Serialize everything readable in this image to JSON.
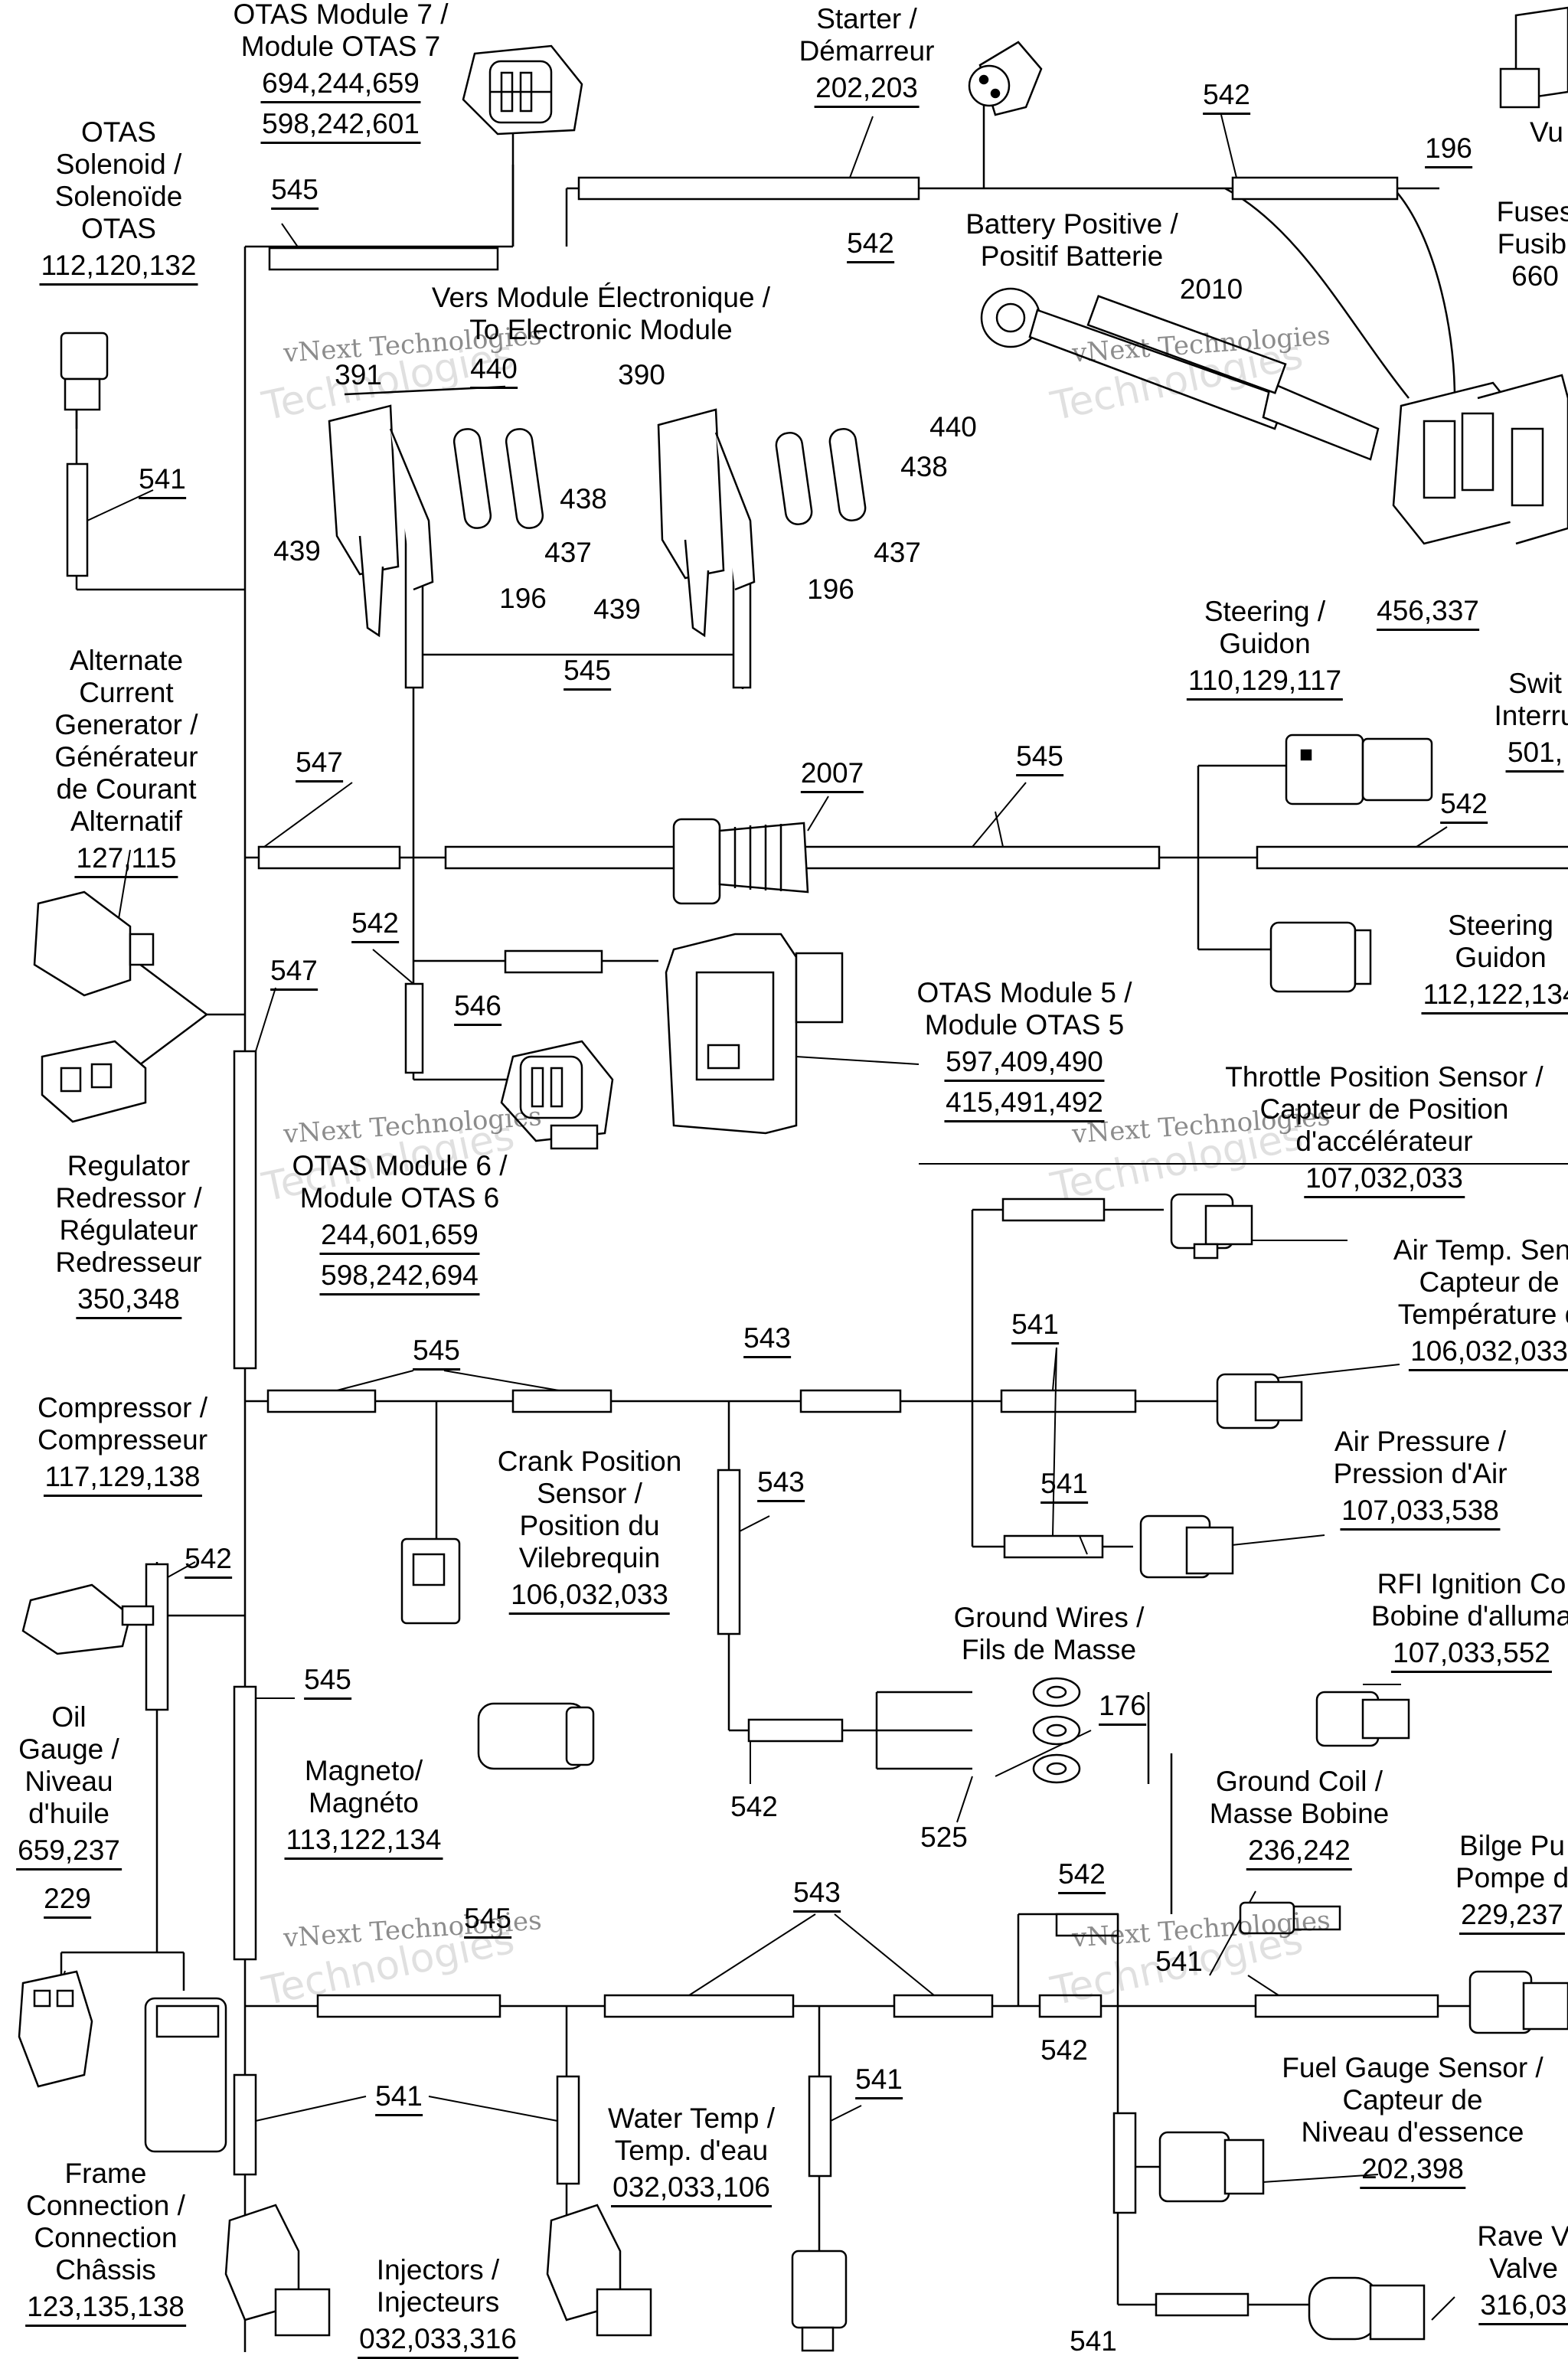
{
  "components": {
    "otas7": {
      "lines": [
        "OTAS Module 7 /",
        "Module OTAS 7"
      ],
      "codes": [
        "694,244,659",
        "598,242,601"
      ]
    },
    "starter": {
      "lines": [
        "Starter /",
        "Démarreur"
      ],
      "codes": [
        "202,203"
      ]
    },
    "otas_solenoid": {
      "lines": [
        "OTAS",
        "Solenoid /",
        "Solenoïde",
        "OTAS"
      ],
      "codes": [
        "112,120,132"
      ]
    },
    "battery": {
      "lines": [
        "Battery Positive /",
        "Positif Batterie"
      ],
      "codes": [
        "2010"
      ]
    },
    "electronic_module": {
      "lines": [
        "Vers Module Électronique /",
        "To Electronic Module"
      ]
    },
    "alternate_generator": {
      "lines": [
        "Alternate",
        "Current",
        "Generator /",
        "Générateur",
        "de Courant",
        "Alternatif"
      ],
      "codes": [
        "127,115"
      ]
    },
    "steering_1": {
      "lines": [
        "Steering /",
        "Guidon"
      ],
      "codes": [
        "110,129,117"
      ]
    },
    "switch": {
      "lines": [
        "Swit",
        "Interru"
      ],
      "codes": [
        "501,"
      ]
    },
    "steering_2": {
      "lines": [
        "Steering",
        "Guidon"
      ],
      "codes": [
        "112,122,134"
      ]
    },
    "otas5": {
      "lines": [
        "OTAS Module 5 /",
        "Module OTAS 5"
      ],
      "codes": [
        "597,409,490",
        "415,491,492"
      ]
    },
    "throttle": {
      "lines": [
        "Throttle Position Sensor /",
        "Capteur de Position",
        "d'accélérateur"
      ],
      "codes": [
        "107,032,033"
      ]
    },
    "regulator": {
      "lines": [
        "Regulator",
        "Redressor /",
        "Régulateur",
        "Redresseur"
      ],
      "codes": [
        "350,348"
      ]
    },
    "otas6": {
      "lines": [
        "OTAS Module 6 /",
        "Module OTAS 6"
      ],
      "codes": [
        "244,601,659",
        "598,242,694"
      ]
    },
    "air_temp": {
      "lines": [
        "Air Temp. Sens",
        "Capteur de",
        "Température d"
      ],
      "codes": [
        "106,032,033"
      ]
    },
    "compressor": {
      "lines": [
        "Compressor /",
        "Compresseur"
      ],
      "codes": [
        "117,129,138"
      ]
    },
    "crank": {
      "lines": [
        "Crank Position",
        "Sensor /",
        "Position du",
        "Vilebrequin"
      ],
      "codes": [
        "106,032,033"
      ]
    },
    "air_pressure": {
      "lines": [
        "Air Pressure /",
        "Pression d'Air"
      ],
      "codes": [
        "107,033,538"
      ]
    },
    "rfi": {
      "lines": [
        "RFI Ignition Co",
        "Bobine d'alluma"
      ],
      "codes": [
        "107,033,552"
      ]
    },
    "oil_gauge": {
      "lines": [
        "Oil",
        "Gauge /",
        "Niveau",
        "d'huile"
      ],
      "codes": [
        "659,237"
      ]
    },
    "ground_wires": {
      "lines": [
        "Ground Wires /",
        "Fils de Masse"
      ]
    },
    "magneto": {
      "lines": [
        "Magneto/",
        "Magnéto"
      ],
      "codes": [
        "113,122,134"
      ]
    },
    "ground_coil": {
      "lines": [
        "Ground Coil /",
        "Masse Bobine"
      ],
      "codes": [
        "236,242"
      ]
    },
    "bilge": {
      "lines": [
        "Bilge Pu",
        "Pompe d"
      ],
      "codes": [
        "229,237"
      ]
    },
    "fuel_gauge": {
      "lines": [
        "Fuel Gauge Sensor /",
        "Capteur de",
        "Niveau d'essence"
      ],
      "codes": [
        "202,398"
      ]
    },
    "frame": {
      "lines": [
        "Frame",
        "Connection /",
        "Connection",
        "Châssis"
      ],
      "codes": [
        "123,135,138"
      ]
    },
    "water_temp": {
      "lines": [
        "Water Temp /",
        "Temp. d'eau"
      ],
      "codes": [
        "032,033,106"
      ]
    },
    "injectors": {
      "lines": [
        "Injectors /",
        "Injecteurs"
      ],
      "codes": [
        "032,033,316"
      ]
    },
    "rave": {
      "lines": [
        "Rave V",
        "Valve"
      ],
      "codes": [
        "316,03"
      ]
    },
    "fuses": {
      "lines": [
        "Fuses",
        "Fusibl"
      ],
      "codes": [
        "660"
      ]
    },
    "vu": {
      "lines": [
        "Vu"
      ]
    }
  },
  "callouts": {
    "c196_top": "196",
    "c545_a": "545",
    "c542_a": "542",
    "c542_b": "542",
    "c541_sol": "541",
    "c391": "391",
    "c440_a": "440",
    "c438_a": "438",
    "c437_a": "437",
    "c439_a": "439",
    "c196_a": "196",
    "c390": "390",
    "c440_b": "440",
    "c438_b": "438",
    "c437_b": "437",
    "c439_b": "439",
    "c196_b": "196",
    "c545_b": "545",
    "c456": "456,337",
    "c547_a": "547",
    "c2007": "2007",
    "c545_c": "545",
    "c542_c": "542",
    "c542_d": "542",
    "c546": "546",
    "c547_b": "547",
    "c545_d": "545",
    "c543_a": "543",
    "c541_a": "541",
    "c543_b": "543",
    "c541_b": "541",
    "c542_e": "542",
    "c545_e": "545",
    "c176": "176",
    "c542_f": "542",
    "c525": "525",
    "c229": "229",
    "c545_f": "545",
    "c543_c": "543",
    "c542_g": "542",
    "c541_c": "541",
    "c542_h": "542",
    "c541_d": "541",
    "c541_e": "541",
    "c541_f": "541"
  },
  "watermark": {
    "line1": "vNext Technologies",
    "line2": "Technologies"
  }
}
